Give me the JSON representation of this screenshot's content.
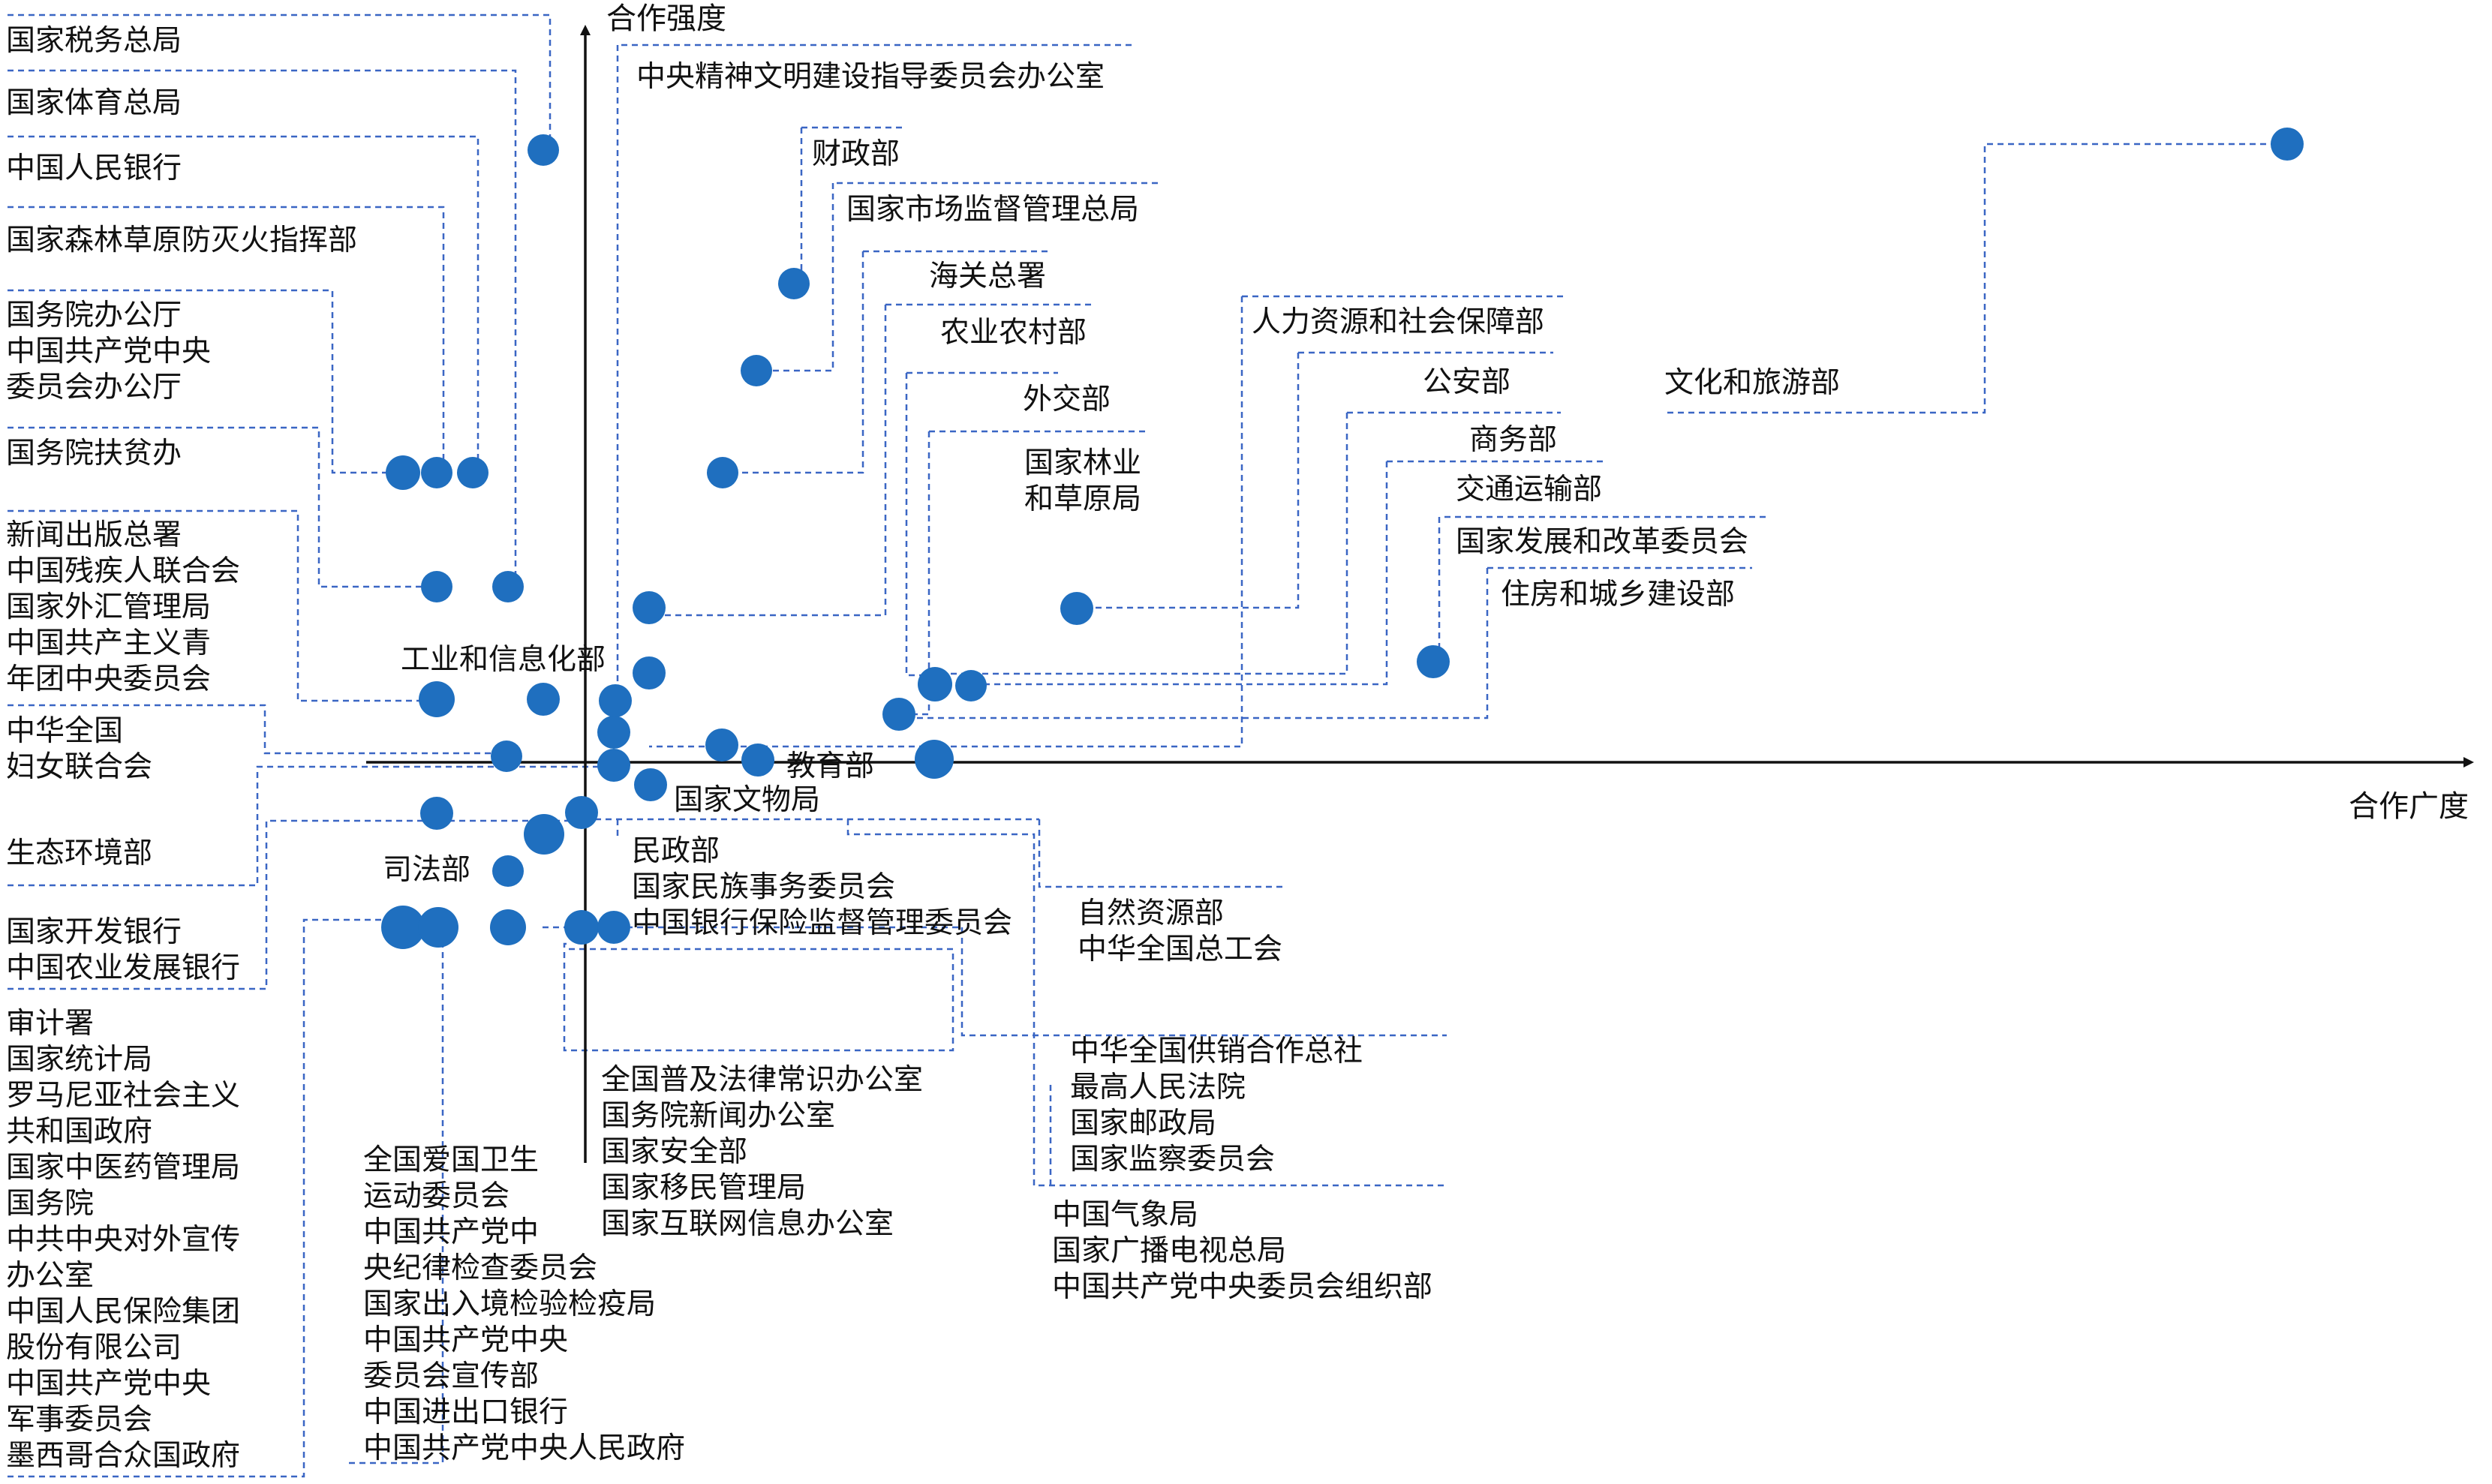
{
  "chart_data": {
    "type": "scatter",
    "xlabel": "合作广度",
    "ylabel": "合作强度",
    "grid": false,
    "legend": "none",
    "point_color": "#1f6fbf",
    "leader_color": "#3a66c4",
    "labels": {
      "l01": [
        "国家税务总局"
      ],
      "l02": [
        "国家体育总局"
      ],
      "l03": [
        "中国人民银行"
      ],
      "l04": [
        "国家森林草原防灭火指挥部"
      ],
      "l05": [
        "国务院办公厅",
        "中国共产党中央",
        "委员会办公厅"
      ],
      "l06": [
        "国务院扶贫办"
      ],
      "l07": [
        "新闻出版总署",
        "中国残疾人联合会",
        "国家外汇管理局",
        "中国共产主义青",
        "年团中央委员会"
      ],
      "l08": [
        "中华全国",
        "妇女联合会"
      ],
      "l09": [
        "生态环境部"
      ],
      "l10": [
        "国家开发银行",
        "中国农业发展银行"
      ],
      "l11": [
        "审计署",
        "国家统计局",
        "罗马尼亚社会主义",
        "共和国政府",
        "国家中医药管理局",
        "国务院",
        "中共中央对外宣传",
        "办公室",
        "中国人民保险集团",
        "股份有限公司",
        "中国共产党中央",
        "军事委员会",
        "墨西哥合众国政府"
      ],
      "l12": [
        "工业和信息化部"
      ],
      "l13": [
        "司法部"
      ],
      "l14": [
        "全国爱国卫生",
        "运动委员会",
        "中国共产党中",
        "央纪律检查委员会",
        "国家出入境检验检疫局",
        "中国共产党中央",
        "委员会宣传部",
        "中国进出口银行",
        "中国共产党中央人民政府"
      ],
      "l15": [
        "中央精神文明建设指导委员会办公室"
      ],
      "l16": [
        "财政部"
      ],
      "l17": [
        "国家市场监督管理总局"
      ],
      "l18": [
        "海关总署"
      ],
      "l19": [
        "农业农村部"
      ],
      "l20": [
        "外交部"
      ],
      "l21": [
        "国家林业",
        "和草原局"
      ],
      "l22": [
        "人力资源和社会保障部"
      ],
      "l23": [
        "公安部"
      ],
      "l24": [
        "商务部"
      ],
      "l25": [
        "交通运输部"
      ],
      "l26": [
        "国家发展和改革委员会"
      ],
      "l27": [
        "住房和城乡建设部"
      ],
      "l28": [
        "文化和旅游部"
      ],
      "l29": [
        "教育部"
      ],
      "l30": [
        "国家文物局"
      ],
      "l31": [
        "民政部",
        "国家民族事务委员会",
        "中国银行保险监督管理委员会"
      ],
      "l32": [
        "自然资源部",
        "中华全国总工会"
      ],
      "l33": [
        "全国普及法律常识办公室",
        "国务院新闻办公室",
        "国家安全部",
        "国家移民管理局",
        "国家互联网信息办公室"
      ],
      "l34": [
        "中华全国供销合作总社",
        "最高人民法院",
        "国家邮政局",
        "国家监察委员会"
      ],
      "l35": [
        "中国气象局",
        "国家广播电视总局",
        "中国共产党中央委员会组织部"
      ]
    }
  }
}
